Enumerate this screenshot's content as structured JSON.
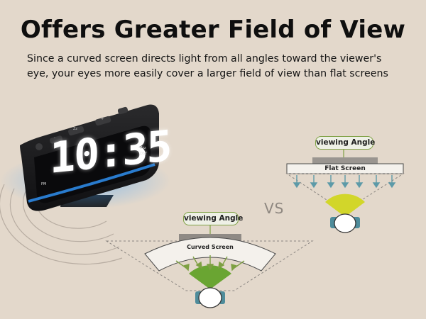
{
  "header": {
    "title": "Offers Greater Field of View",
    "subtitle_line1": "Since a curved screen directs light from all angles toward the viewer's",
    "subtitle_line2": "eye, your eyes more easily cover a larger field of view than flat screens"
  },
  "clock": {
    "time": "10:35",
    "pm_indicator": "PM",
    "snooze_indicator": "Zzz",
    "dst_indicator": "DST",
    "buttons": [
      "-",
      "Zz",
      "+"
    ]
  },
  "comparison": {
    "vs_text": "VS",
    "flat": {
      "angle_label": "viewing Angle",
      "screen_label": "Flat Screen"
    },
    "curved": {
      "angle_label": "viewing Angle",
      "screen_label": "Curved Screen"
    }
  },
  "colors": {
    "background": "#e3d8cb",
    "flat_fov": "#d2d62a",
    "curved_fov": "#6aa532",
    "arrow": "#5d9aa8",
    "head_accent": "#4e8c9b",
    "clock_glow": "#3aa0ff"
  }
}
